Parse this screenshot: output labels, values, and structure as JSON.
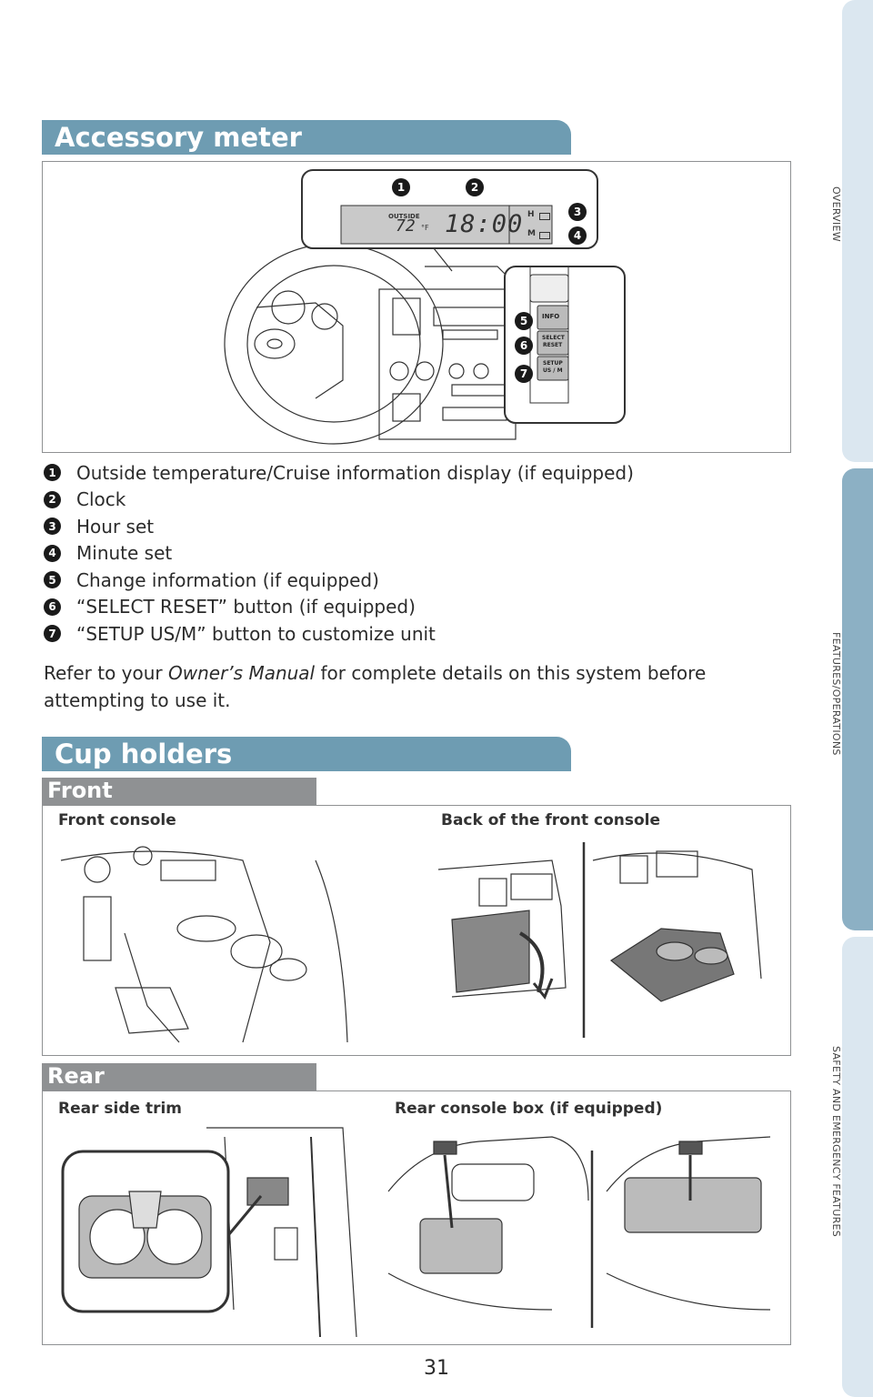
{
  "side_tabs": [
    "OVERVIEW",
    "FEATURES/OPERATIONS",
    "SAFETY AND EMERGENCY FEATURES"
  ],
  "accessory_meter": {
    "title": "Accessory meter",
    "display": {
      "outside_label": "OUTSIDE",
      "temp": "72",
      "unit": "°F",
      "clock": "18:00",
      "h": "H",
      "m": "M"
    },
    "buttons": {
      "info": "INFO",
      "select": "SELECT",
      "reset": "RESET",
      "setup": "SETUP",
      "usm": "US / M"
    },
    "items": [
      {
        "num": "1",
        "text": "Outside temperature/Cruise information display (if equipped)"
      },
      {
        "num": "2",
        "text": "Clock"
      },
      {
        "num": "3",
        "text": "Hour set"
      },
      {
        "num": "4",
        "text": "Minute set"
      },
      {
        "num": "5",
        "text": "Change information (if equipped)"
      },
      {
        "num": "6",
        "text": "“SELECT RESET” button (if equipped)"
      },
      {
        "num": "7",
        "text": "“SETUP US/M” button to customize unit"
      }
    ],
    "note_before": "Refer to your ",
    "note_italic": "Owner’s Manual",
    "note_after": " for complete details on this system before attempting to use it."
  },
  "cup_holders": {
    "title": "Cup holders",
    "front": {
      "title": "Front",
      "left_caption": "Front console",
      "right_caption": "Back of the front console"
    },
    "rear": {
      "title": "Rear",
      "left_caption": "Rear side trim",
      "right_caption": "Rear console box (if equipped)"
    }
  },
  "page_number": "31",
  "colors": {
    "section_blue": "#6e9cb2",
    "sub_gray": "#8f9193",
    "tab_light": "#dbe7f0",
    "tab_active": "#8cb0c4"
  }
}
